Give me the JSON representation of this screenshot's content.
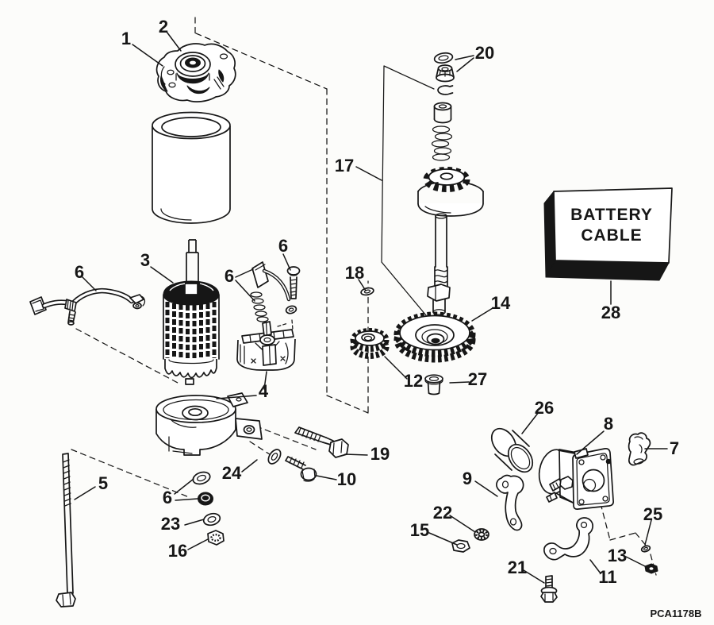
{
  "figure": {
    "drawing_code": "PCA1178B",
    "battery_cable_box": {
      "line1": "BATTERY",
      "line2": "CABLE"
    },
    "ink_color": "#161616",
    "background_color": "#fcfcfa"
  },
  "callouts": [
    {
      "label": "1"
    },
    {
      "label": "2"
    },
    {
      "label": "20"
    },
    {
      "label": "17"
    },
    {
      "label": "18"
    },
    {
      "label": "3"
    },
    {
      "label": "6"
    },
    {
      "label": "6"
    },
    {
      "label": "6"
    },
    {
      "label": "14"
    },
    {
      "label": "4"
    },
    {
      "label": "12"
    },
    {
      "label": "27"
    },
    {
      "label": "26"
    },
    {
      "label": "8"
    },
    {
      "label": "7"
    },
    {
      "label": "19"
    },
    {
      "label": "24"
    },
    {
      "label": "10"
    },
    {
      "label": "9"
    },
    {
      "label": "5"
    },
    {
      "label": "6"
    },
    {
      "label": "23"
    },
    {
      "label": "22"
    },
    {
      "label": "25"
    },
    {
      "label": "15"
    },
    {
      "label": "16"
    },
    {
      "label": "13"
    },
    {
      "label": "21"
    },
    {
      "label": "11"
    },
    {
      "label": "28"
    }
  ]
}
